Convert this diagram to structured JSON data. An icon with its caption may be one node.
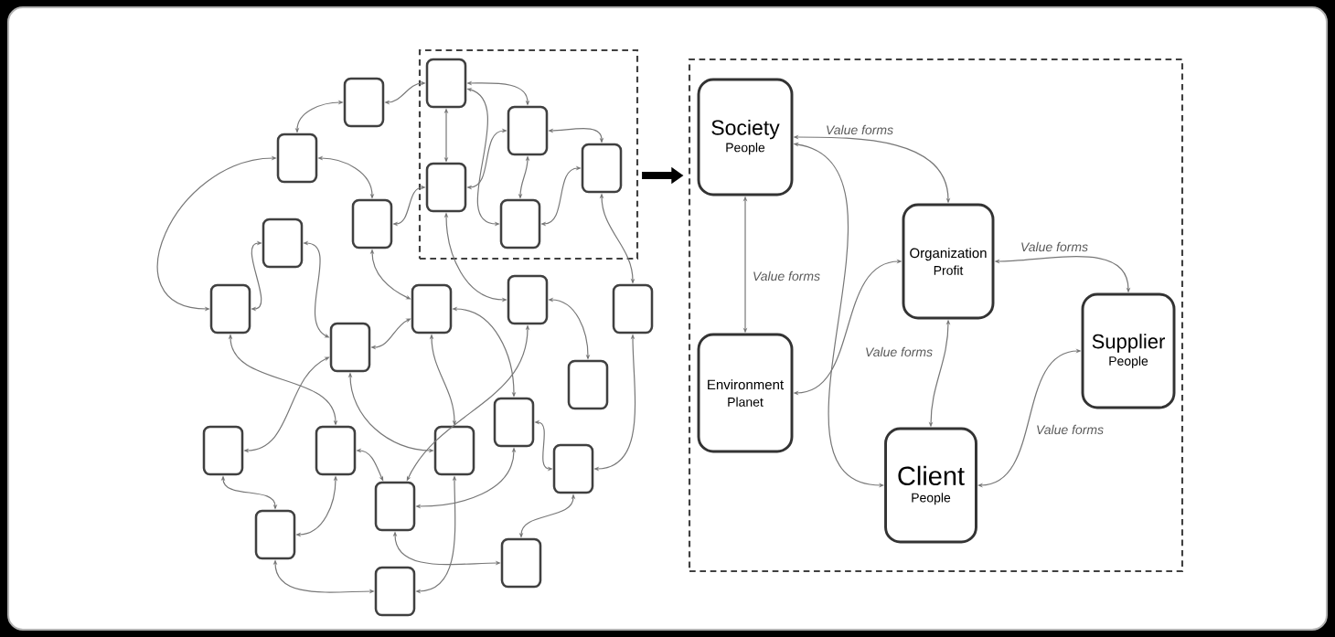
{
  "diagram": {
    "nodes": [
      {
        "text": [],
        "shape": "box"
      },
      {
        "text": [],
        "shape": "box",
        "in": 0
      },
      {
        "text": [],
        "shape": "box"
      },
      {
        "text": [],
        "shape": "box",
        "in": 0
      },
      {
        "text": [],
        "shape": "box"
      },
      {
        "text": [],
        "shape": "box",
        "in": 0
      },
      {
        "text": [],
        "shape": "box",
        "in": 0
      },
      {
        "text": [],
        "shape": "box"
      },
      {
        "text": [],
        "shape": "box",
        "in": 0
      },
      {
        "text": [],
        "shape": "box"
      },
      {
        "text": [],
        "shape": "box"
      },
      {
        "text": [],
        "shape": "box"
      },
      {
        "text": [],
        "shape": "box"
      },
      {
        "text": [],
        "shape": "box"
      },
      {
        "text": [],
        "shape": "box"
      },
      {
        "text": [],
        "shape": "box"
      },
      {
        "text": [],
        "shape": "box"
      },
      {
        "text": [],
        "shape": "box"
      },
      {
        "text": [],
        "shape": "box"
      },
      {
        "text": [],
        "shape": "box"
      },
      {
        "text": [],
        "shape": "box"
      },
      {
        "text": [],
        "shape": "box"
      },
      {
        "text": [],
        "shape": "box"
      },
      {
        "text": [],
        "shape": "box"
      },
      {
        "text": [],
        "shape": "box"
      },
      {
        "text": [],
        "shape": "box"
      },
      {
        "text": [
          "Society",
          "People"
        ],
        "in": 25
      },
      {
        "text": [
          "Organization",
          "Profit"
        ],
        "in": 25
      },
      {
        "text": [
          "Supplier",
          "People"
        ],
        "in": 25
      },
      {
        "text": [
          "Environment",
          "Planet"
        ],
        "in": 25
      },
      {
        "text": [
          "Client",
          "People"
        ],
        "in": 25
      }
    ],
    "edges": [
      {
        "from": 1,
        "to": 2,
        "arrow": "both"
      },
      {
        "from": 2,
        "to": 4,
        "arrow": "both"
      },
      {
        "from": 1,
        "to": 3,
        "arrow": "both"
      },
      {
        "from": 1,
        "to": 6,
        "arrow": "both"
      },
      {
        "from": 1,
        "to": 8,
        "arrow": "both"
      },
      {
        "from": 3,
        "to": 6,
        "arrow": "both"
      },
      {
        "from": 3,
        "to": 5,
        "arrow": "both"
      },
      {
        "from": 3,
        "to": 8,
        "arrow": "both"
      },
      {
        "from": 5,
        "to": 8,
        "arrow": "both"
      },
      {
        "from": 6,
        "to": 7,
        "arrow": "both"
      },
      {
        "from": 4,
        "to": 7,
        "arrow": "both"
      },
      {
        "from": 4,
        "to": 11,
        "arrow": "both"
      },
      {
        "from": 9,
        "to": 11,
        "arrow": "both"
      },
      {
        "from": 9,
        "to": 14,
        "arrow": "both"
      },
      {
        "from": 7,
        "to": 12,
        "arrow": "both"
      },
      {
        "from": 6,
        "to": 10,
        "arrow": "both"
      },
      {
        "from": 5,
        "to": 13,
        "arrow": "both"
      },
      {
        "from": 12,
        "to": 14,
        "arrow": "both"
      },
      {
        "from": 10,
        "to": 15,
        "arrow": "both"
      },
      {
        "from": 11,
        "to": 18,
        "arrow": "both"
      },
      {
        "from": 14,
        "to": 17,
        "arrow": "both"
      },
      {
        "from": 14,
        "to": 19,
        "arrow": "both"
      },
      {
        "from": 12,
        "to": 19,
        "arrow": "both"
      },
      {
        "from": 12,
        "to": 16,
        "arrow": "both"
      },
      {
        "from": 10,
        "to": 21,
        "arrow": "both"
      },
      {
        "from": 13,
        "to": 20,
        "arrow": "both"
      },
      {
        "from": 16,
        "to": 20,
        "arrow": "both"
      },
      {
        "from": 16,
        "to": 21,
        "arrow": "both"
      },
      {
        "from": 18,
        "to": 21,
        "arrow": "both"
      },
      {
        "from": 17,
        "to": 22,
        "arrow": "both"
      },
      {
        "from": 18,
        "to": 22,
        "arrow": "both"
      },
      {
        "from": 20,
        "to": 23,
        "arrow": "both"
      },
      {
        "from": 21,
        "to": 23,
        "arrow": "both"
      },
      {
        "from": 22,
        "to": 24,
        "arrow": "both"
      },
      {
        "from": 19,
        "to": 24,
        "arrow": "both"
      },
      {
        "from": 26,
        "to": 27,
        "arrow": "both",
        "label": "Value forms"
      },
      {
        "from": 26,
        "to": 29,
        "arrow": "both",
        "label": "Value forms"
      },
      {
        "from": 26,
        "to": 30,
        "arrow": "both"
      },
      {
        "from": 27,
        "to": 29,
        "arrow": "both"
      },
      {
        "from": 27,
        "to": 30,
        "arrow": "both",
        "label": "Value forms"
      },
      {
        "from": 27,
        "to": 28,
        "arrow": "both",
        "label": "Value forms"
      },
      {
        "from": 28,
        "to": 30,
        "arrow": "both",
        "label": "Value forms"
      },
      {
        "from": 0,
        "to": 25,
        "arrow": "to",
        "style": "thick",
        "color": "#000000"
      }
    ]
  }
}
